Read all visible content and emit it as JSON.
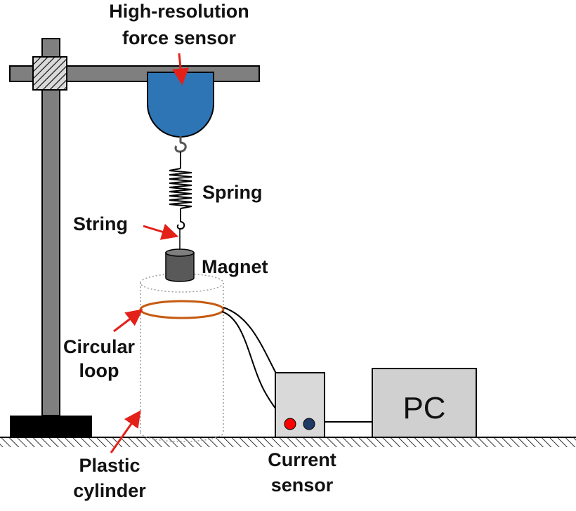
{
  "labels": {
    "sensor_line1": "High-resolution",
    "sensor_line2": "force sensor",
    "spring": "Spring",
    "string": "String",
    "magnet": "Magnet",
    "loop_line1": "Circular",
    "loop_line2": "loop",
    "cylinder_line1": "Plastic",
    "cylinder_line2": "cylinder",
    "current_line1": "Current",
    "current_line2": "sensor",
    "pc": "PC"
  },
  "colors": {
    "stand": "#7f7f7f",
    "stand_base": "#000000",
    "force_sensor": "#2e75b6",
    "magnet": "#595959",
    "loop": "#c55a11",
    "pointer_arrow": "#e32119",
    "current_sensor_box": "#d9d9d9",
    "pc_box": "#d0d0d0",
    "terminal_positive": "#ff0000",
    "terminal_negative": "#1f3864"
  }
}
